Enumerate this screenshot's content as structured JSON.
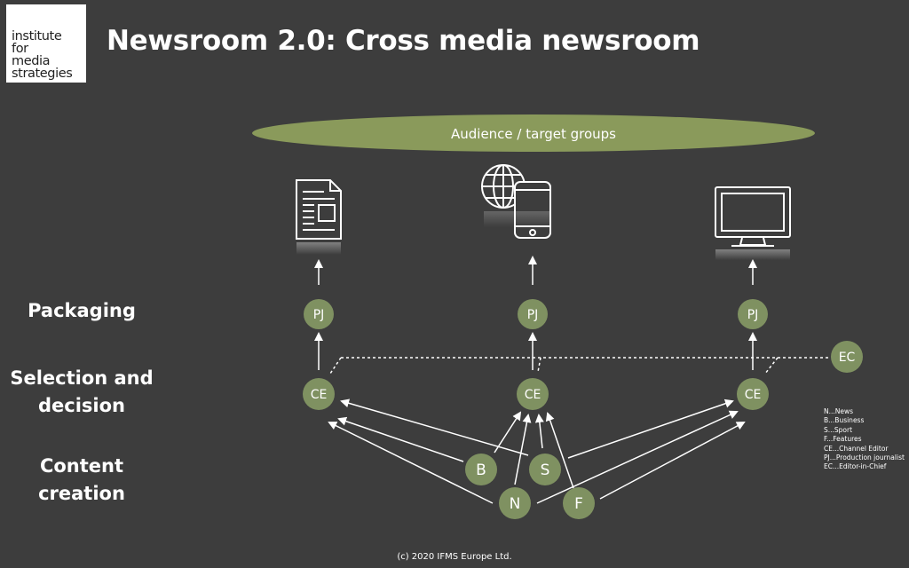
{
  "logo": {
    "lines": [
      "institute",
      "for",
      "media",
      "strategies"
    ]
  },
  "title": "Newsroom 2.0: Cross media newsroom",
  "audience": "Audience / target groups",
  "stages": {
    "packaging": "Packaging",
    "selection_line1": "Selection and",
    "selection_line2": "decision",
    "content_line1": "Content",
    "content_line2": "creation"
  },
  "nodes": {
    "pj": "PJ",
    "ce": "CE",
    "ec": "EC",
    "b": "B",
    "s": "S",
    "n": "N",
    "f": "F"
  },
  "channels": [
    "newspaper-icon",
    "globe-and-phone-icon",
    "television-icon"
  ],
  "legend": [
    "N...News",
    "B...Business",
    "S...Sport",
    "F...Features",
    "CE...Channel Editor",
    "PJ...Production journalist",
    "EC...Editor-in-Chief"
  ],
  "footer": "(c) 2020 IFMS Europe Ltd.",
  "colors": {
    "background": "#3d3d3d",
    "node_fill": "#7f9161",
    "audience_fill": "#8a9a5b",
    "arrow": "#ffffff"
  }
}
